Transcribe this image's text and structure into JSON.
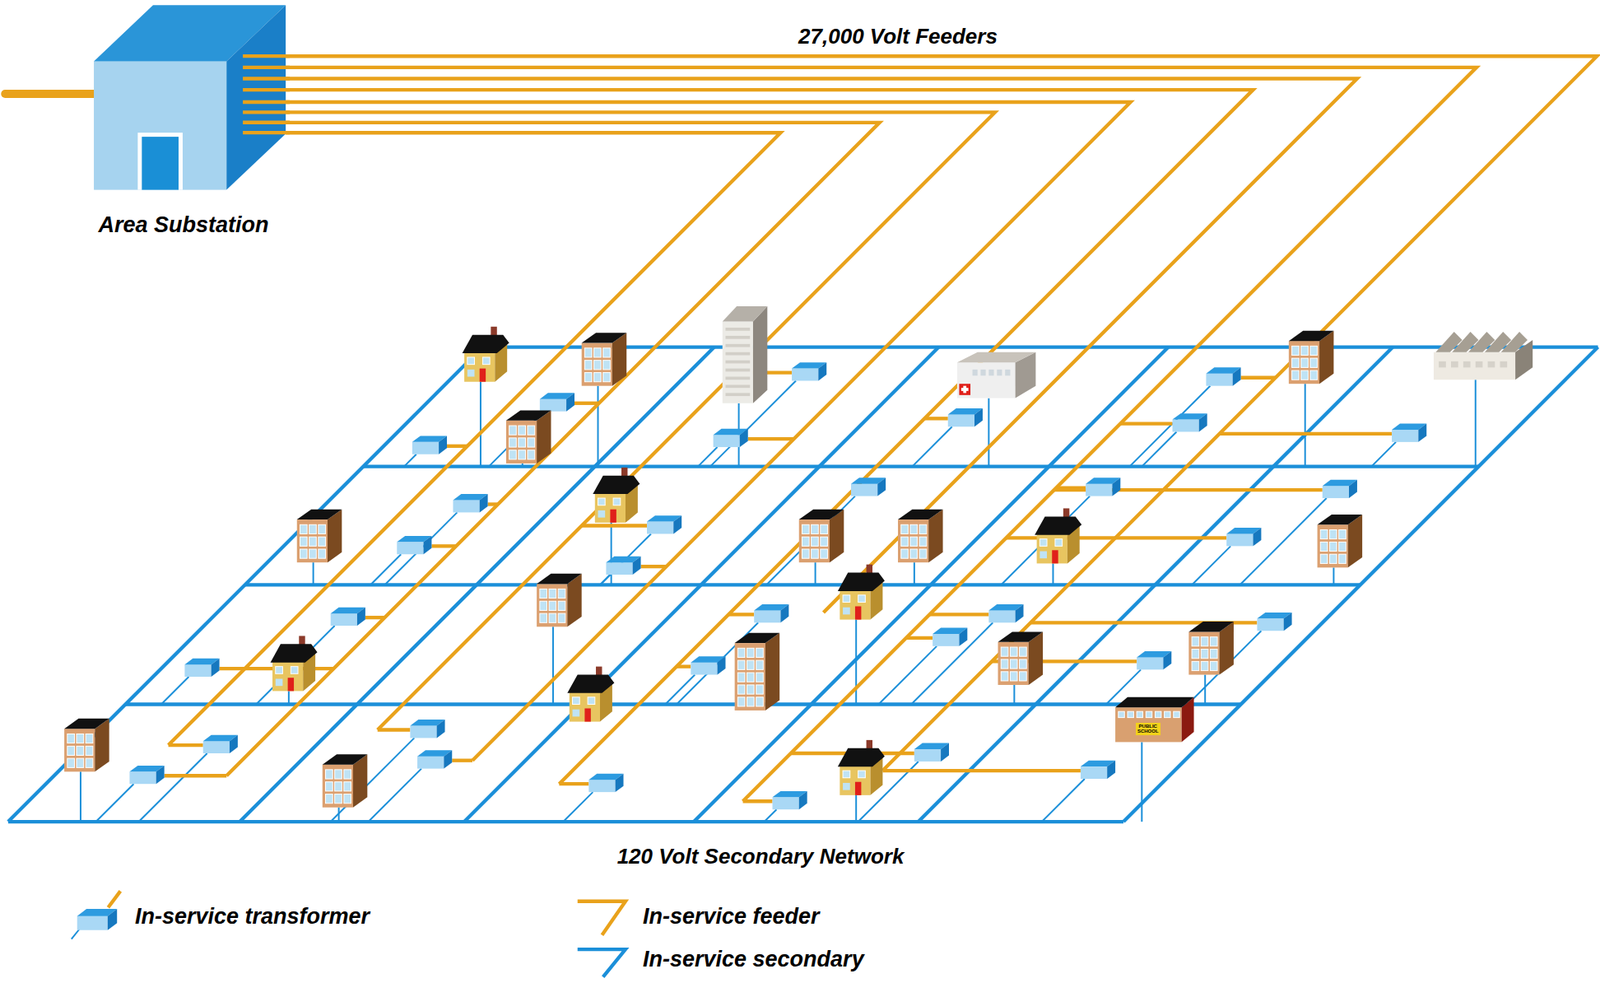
{
  "diagram": {
    "nodes": [
      {
        "text": [
          "Area Substation"
        ]
      }
    ],
    "labels": [
      "27,000 Volt Feeders",
      "120 Volt Secondary Network",
      "PUBLIC SCHOOL"
    ],
    "legend": [
      {
        "text": "In-service transformer"
      },
      {
        "text": "In-service feeder"
      },
      {
        "text": "In-service secondary"
      }
    ]
  }
}
